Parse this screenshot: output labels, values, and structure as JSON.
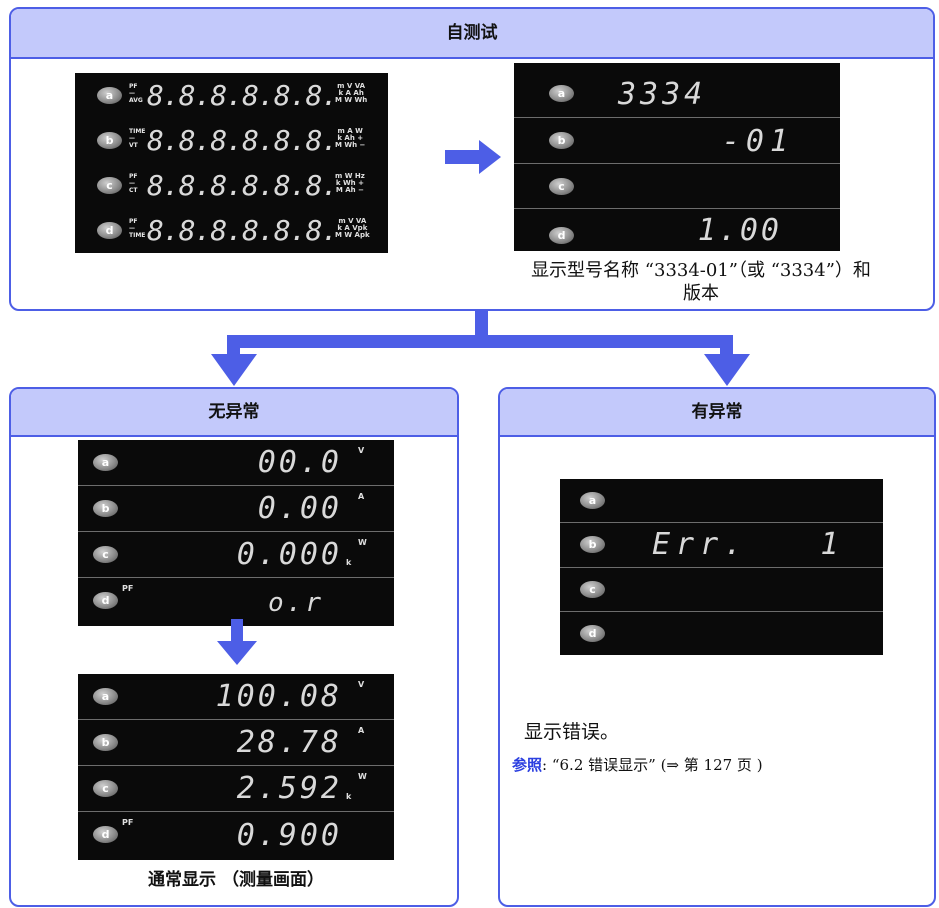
{
  "self_test": {
    "title": "自测试",
    "caption_line1": "显示型号名称 “3334-01”（或 “3334”）和",
    "caption_line2": "版本"
  },
  "panel_left": {
    "rows": [
      {
        "btn": "a",
        "l1": "PF",
        "l2": "—",
        "l3": "AVG",
        "digits": "8.8.8.8.8.8.",
        "u1": "m V VA",
        "u2": "k A Ah",
        "u3": "M W Wh"
      },
      {
        "btn": "b",
        "l1": "TIME",
        "l2": "—",
        "l3": "VT",
        "digits": "8.8.8.8.8.8.",
        "u1": "m A W",
        "u2": "k Ah +",
        "u3": "M Wh −"
      },
      {
        "btn": "c",
        "l1": "PF",
        "l2": "—",
        "l3": "CT",
        "digits": "8.8.8.8.8.8.",
        "u1": "m W Hz",
        "u2": "k Wh +",
        "u3": "M Ah −"
      },
      {
        "btn": "d",
        "l1": "PF",
        "l2": "—",
        "l3": "TIME",
        "digits": "8.8.8.8.8.8.",
        "u1": "m V VA",
        "u2": "k A Vpk",
        "u3": "M W Apk"
      }
    ]
  },
  "panel_model": {
    "rows": [
      {
        "btn": "a",
        "digits": "3334"
      },
      {
        "btn": "b",
        "digits": "-01"
      },
      {
        "btn": "c",
        "digits": ""
      },
      {
        "btn": "d",
        "digits": "1.00"
      }
    ]
  },
  "normal": {
    "title": "无异常",
    "panel1": [
      {
        "btn": "a",
        "digits": "00.0",
        "unit": "V",
        "pre": "",
        "pf": ""
      },
      {
        "btn": "b",
        "digits": "0.00",
        "unit": "A",
        "pre": "",
        "pf": ""
      },
      {
        "btn": "c",
        "digits": "0.000",
        "unit": "W",
        "pre": "k",
        "pf": ""
      },
      {
        "btn": "d",
        "digits": "o.r",
        "unit": "",
        "pre": "",
        "pf": "PF"
      }
    ],
    "panel2": [
      {
        "btn": "a",
        "digits": "100.08",
        "unit": "V",
        "pre": "",
        "pf": ""
      },
      {
        "btn": "b",
        "digits": "28.78",
        "unit": "A",
        "pre": "",
        "pf": ""
      },
      {
        "btn": "c",
        "digits": "2.592",
        "unit": "W",
        "pre": "k",
        "pf": ""
      },
      {
        "btn": "d",
        "digits": "0.900",
        "unit": "",
        "pre": "",
        "pf": "PF"
      }
    ],
    "caption": "通常显示 （测量画面）"
  },
  "abnormal": {
    "title": "有异常",
    "panel": [
      {
        "btn": "a",
        "digits": ""
      },
      {
        "btn": "b",
        "digits": "Err.   1"
      },
      {
        "btn": "c",
        "digits": ""
      },
      {
        "btn": "d",
        "digits": ""
      }
    ],
    "caption": "显示错误。",
    "ref_label": "参照",
    "ref_text": ": “6.2  错误显示” (⇒ 第 127 页 )"
  },
  "colors": {
    "accent": "#4d5ee6",
    "header_fill": "#c3c9fb",
    "ref_link": "#2b3fe0"
  }
}
